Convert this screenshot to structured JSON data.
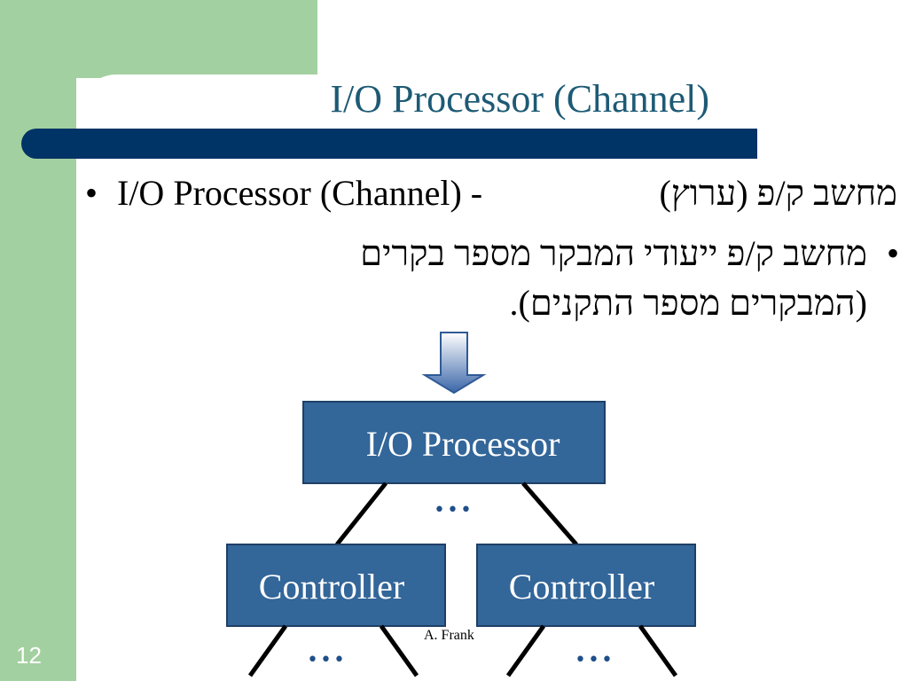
{
  "slide": {
    "title": "I/O Processor (Channel)",
    "bullets": [
      {
        "marker": "•",
        "english": "I/O Processor (Channel) -",
        "hebrew": "מחשב ק/פ (ערוץ)"
      },
      {
        "marker": "•",
        "line1": "מחשב ק/פ ייעודי המבקר מספר בקרים",
        "line2": "(המבקרים מספר התקנים)."
      }
    ],
    "footer": "A. Frank",
    "page_number": "12"
  },
  "diagram": {
    "processor_label": "I/O Processor",
    "controllers": [
      "Controller",
      "Controller"
    ],
    "ellipsis": "•••",
    "colors": {
      "box_fill": "#336699",
      "box_border": "#1f3f66",
      "line": "#000000",
      "ellipsis": "#1f4f8a"
    }
  },
  "colors": {
    "accent_green": "#a3d0a0",
    "title_bar": "#003366",
    "title_text": "#1d5a75"
  }
}
